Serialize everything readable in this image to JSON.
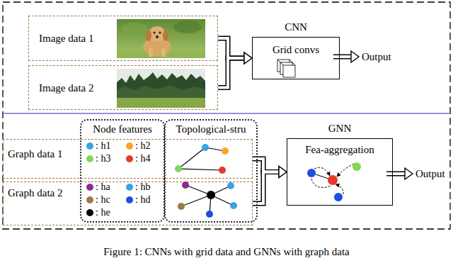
{
  "diagram": {
    "caption": "Figure 1: CNNs with grid data and GNNs with graph data",
    "nodes": [
      {
        "text": [
          "Image data 1"
        ]
      },
      {
        "text": [
          "Image data 2"
        ]
      },
      {
        "text": [
          "CNN",
          "Grid convs"
        ]
      },
      {
        "text": [
          "Graph data 1"
        ]
      },
      {
        "text": [
          "Graph data 2"
        ]
      },
      {
        "text": [
          "Node features"
        ]
      },
      {
        "text": [
          "Topological-stru"
        ]
      },
      {
        "text": [
          "GNN",
          "Fea-aggregation"
        ]
      }
    ],
    "edges": [
      {
        "from": 0,
        "to": 2,
        "arrow": "to"
      },
      {
        "from": 1,
        "to": 2,
        "arrow": "to"
      },
      {
        "from": 3,
        "to": 7,
        "arrow": "to"
      },
      {
        "from": 4,
        "to": 7,
        "arrow": "to"
      }
    ],
    "labels": [
      "Output",
      "Output"
    ],
    "legend": [
      {
        "text": ": h1",
        "color": "#3ba3e0"
      },
      {
        "text": ": h2",
        "color": "#f5a623"
      },
      {
        "text": ": h3",
        "color": "#7ed957"
      },
      {
        "text": ": h4",
        "color": "#e53a2a"
      },
      {
        "text": ": ha",
        "color": "#8b2a8f"
      },
      {
        "text": ": hb",
        "color": "#3ba3e0"
      },
      {
        "text": ": hc",
        "color": "#a0784a"
      },
      {
        "text": ": hd",
        "color": "#1f4fe0"
      },
      {
        "text": ": he",
        "color": "#000000"
      }
    ]
  }
}
